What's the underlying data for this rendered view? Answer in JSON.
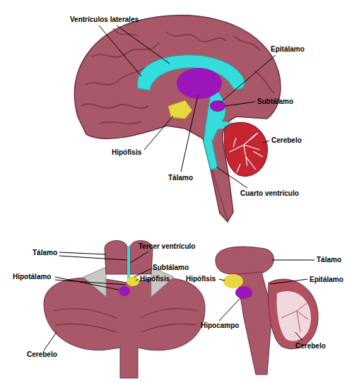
{
  "diagram": {
    "labels": [
      "Ventrículos laterales",
      "Epitálamo",
      "Subtálamo",
      "Cerebelo",
      "Hipófisis",
      "Tálamo",
      "Cuarto ventrículo",
      "Tálamo",
      "Tercer ventrículo",
      "Subtálamo",
      "Hipotálamo",
      "Hipófisis",
      "Cerebelo",
      "Tálamo",
      "Epitálamo",
      "Hipófisis",
      "Hipocampo",
      "Cerebelo"
    ]
  }
}
